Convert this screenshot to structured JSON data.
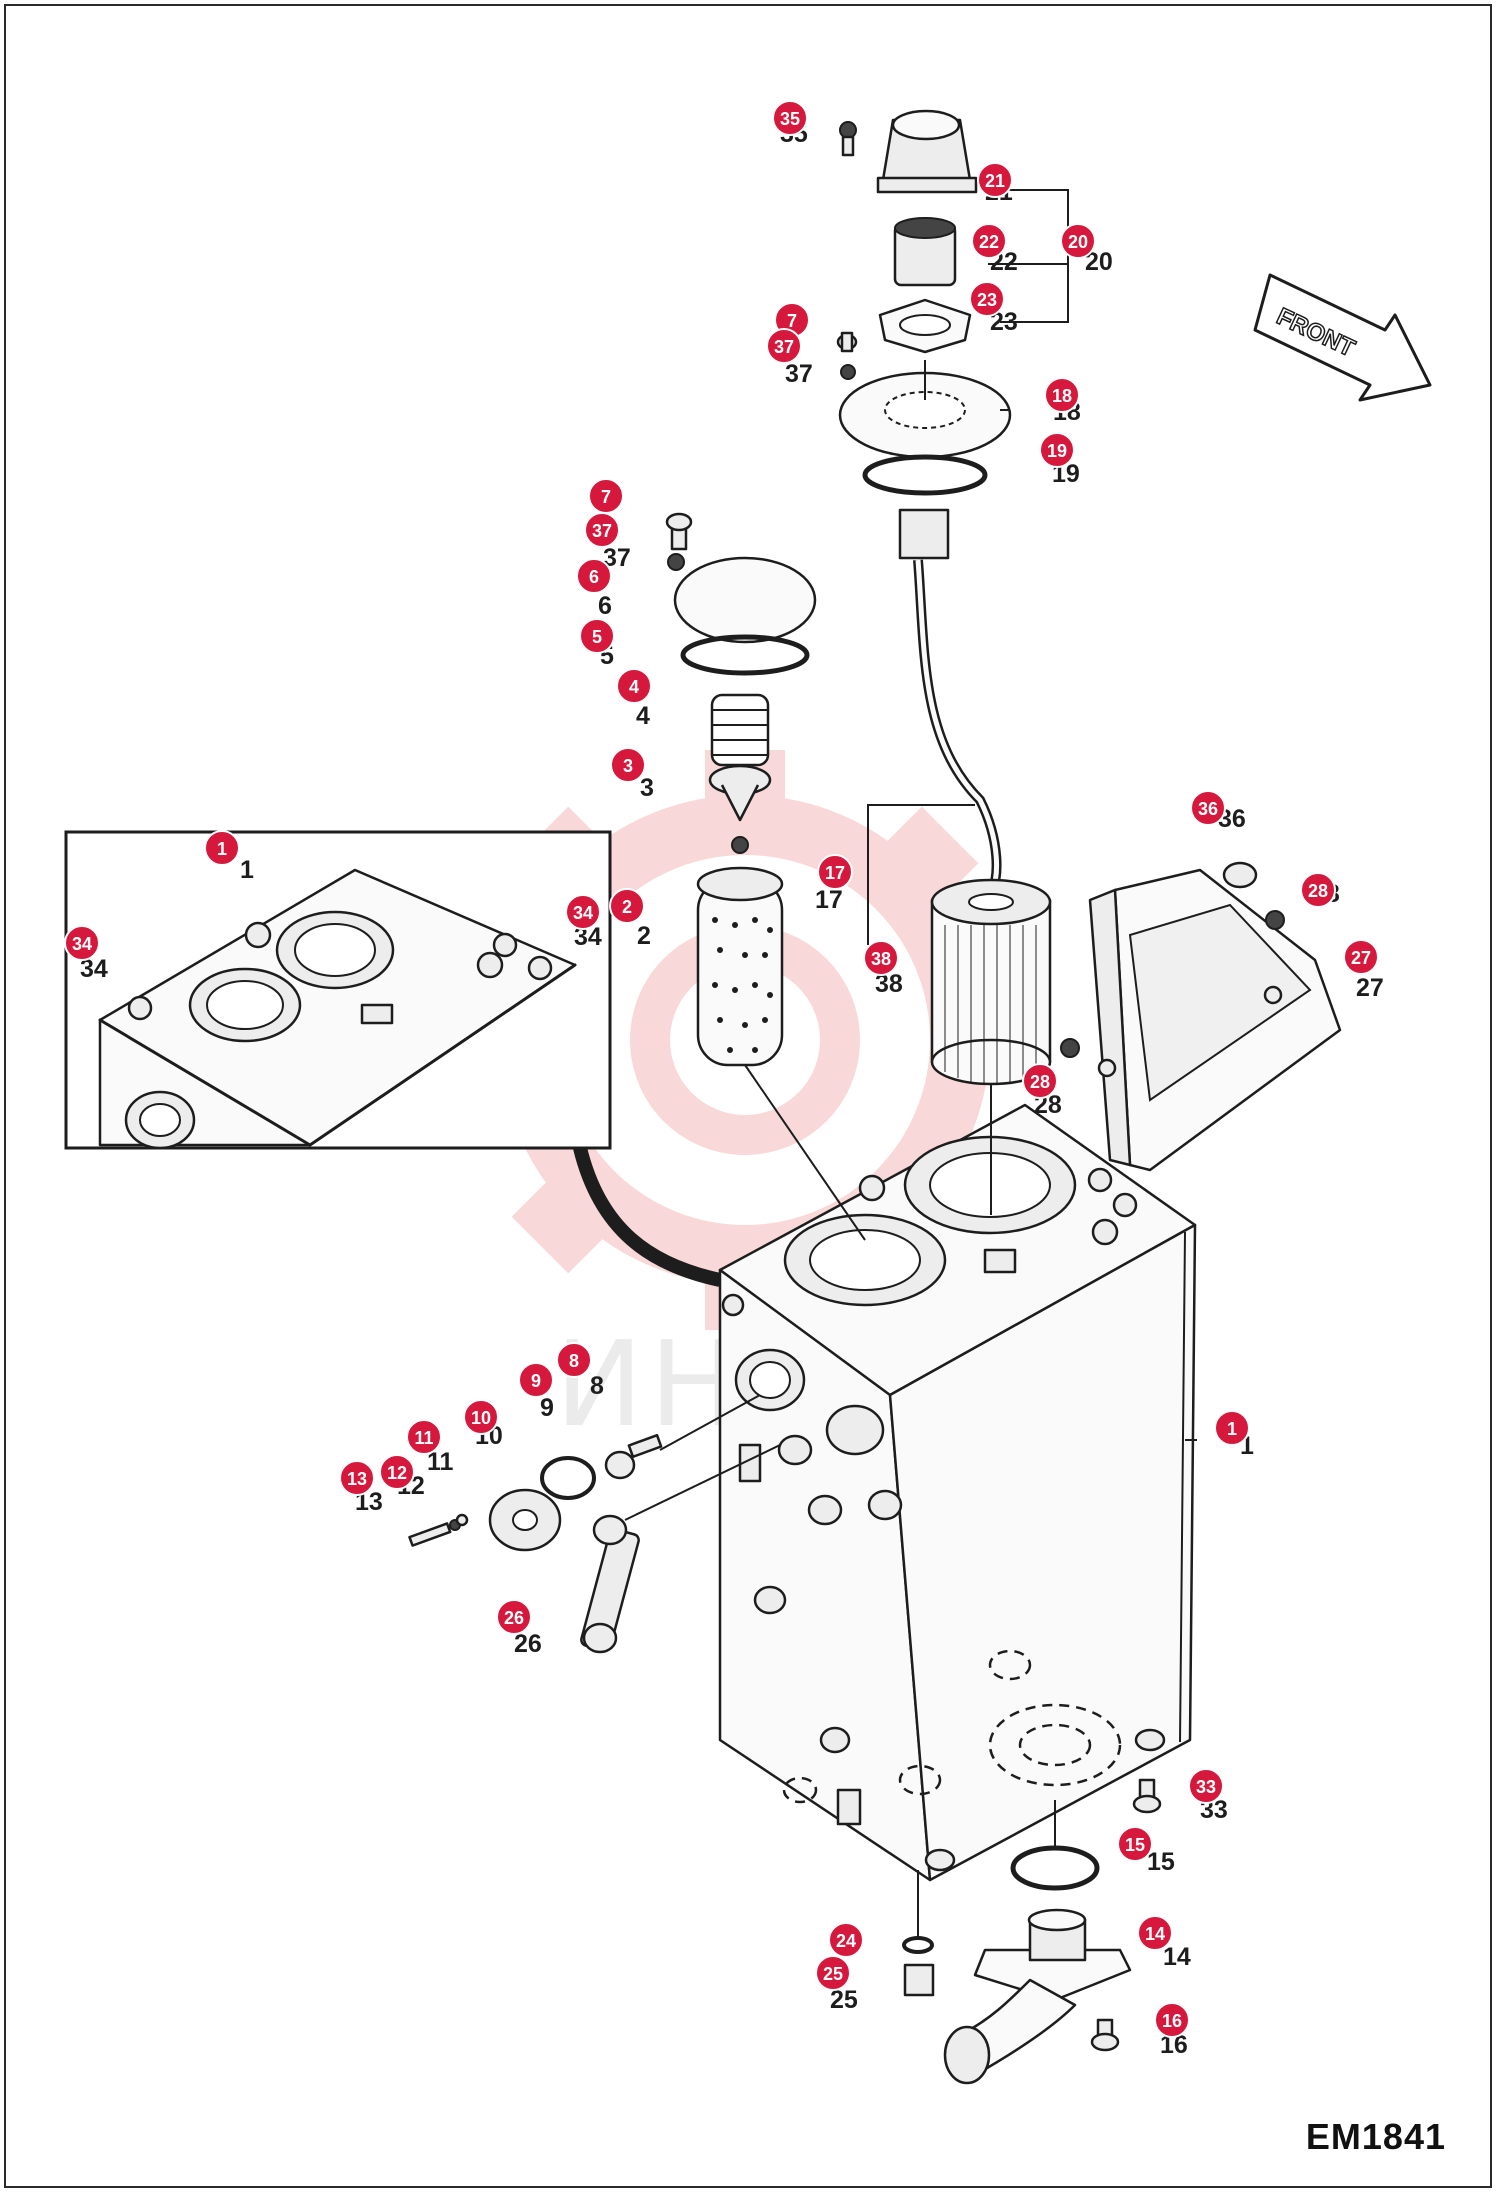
{
  "diagram_code": "EM1841",
  "front_label": "FRONT",
  "watermark_text": "ИНТЕХ",
  "colors": {
    "badge": "#d5183c",
    "watermark": "#f3b9b9",
    "line": "#1d1d1d"
  },
  "callouts": [
    {
      "id": "1",
      "label": "1"
    },
    {
      "id": "1b",
      "label": "1"
    },
    {
      "id": "2",
      "label": "2"
    },
    {
      "id": "3",
      "label": "3"
    },
    {
      "id": "4",
      "label": "4"
    },
    {
      "id": "5",
      "label": "5"
    },
    {
      "id": "6",
      "label": "6"
    },
    {
      "id": "7",
      "label": "7"
    },
    {
      "id": "7b",
      "label": "7"
    },
    {
      "id": "8",
      "label": "8"
    },
    {
      "id": "9",
      "label": "9"
    },
    {
      "id": "10",
      "label": "10"
    },
    {
      "id": "11",
      "label": "11"
    },
    {
      "id": "12",
      "label": "12"
    },
    {
      "id": "13",
      "label": "13"
    },
    {
      "id": "14",
      "label": "14"
    },
    {
      "id": "15",
      "label": "15"
    },
    {
      "id": "16",
      "label": "16"
    },
    {
      "id": "17",
      "label": "17"
    },
    {
      "id": "18",
      "label": "18"
    },
    {
      "id": "19",
      "label": "19"
    },
    {
      "id": "20",
      "label": "20"
    },
    {
      "id": "21",
      "label": "21"
    },
    {
      "id": "22",
      "label": "22"
    },
    {
      "id": "23",
      "label": "23"
    },
    {
      "id": "24",
      "label": "24"
    },
    {
      "id": "25",
      "label": "25"
    },
    {
      "id": "26",
      "label": "26"
    },
    {
      "id": "27",
      "label": "27"
    },
    {
      "id": "28",
      "label": "28"
    },
    {
      "id": "28b",
      "label": "28"
    },
    {
      "id": "33",
      "label": "33"
    },
    {
      "id": "34",
      "label": "34"
    },
    {
      "id": "34b",
      "label": "34"
    },
    {
      "id": "35",
      "label": "35"
    },
    {
      "id": "36",
      "label": "36"
    },
    {
      "id": "37",
      "label": "37"
    },
    {
      "id": "37b",
      "label": "37"
    },
    {
      "id": "38",
      "label": "38"
    }
  ],
  "plain_labels": [
    {
      "id": "1",
      "text": "1"
    },
    {
      "id": "1b",
      "text": "1"
    },
    {
      "id": "2",
      "text": "2"
    },
    {
      "id": "3",
      "text": "3"
    },
    {
      "id": "4",
      "text": "4"
    },
    {
      "id": "5",
      "text": "5"
    },
    {
      "id": "6",
      "text": "6"
    },
    {
      "id": "8",
      "text": "8"
    },
    {
      "id": "9",
      "text": "9"
    },
    {
      "id": "10",
      "text": "10"
    },
    {
      "id": "11",
      "text": "11"
    },
    {
      "id": "12",
      "text": "12"
    },
    {
      "id": "13",
      "text": "13"
    },
    {
      "id": "14",
      "text": "14"
    },
    {
      "id": "15",
      "text": "15"
    },
    {
      "id": "16",
      "text": "16"
    },
    {
      "id": "17",
      "text": "17"
    },
    {
      "id": "18",
      "text": "18"
    },
    {
      "id": "19",
      "text": "19"
    },
    {
      "id": "20",
      "text": "20"
    },
    {
      "id": "21",
      "text": "21"
    },
    {
      "id": "22",
      "text": "22"
    },
    {
      "id": "23",
      "text": "23"
    },
    {
      "id": "25",
      "text": "25"
    },
    {
      "id": "26",
      "text": "26"
    },
    {
      "id": "27",
      "text": "27"
    },
    {
      "id": "28",
      "text": "28"
    },
    {
      "id": "28b",
      "text": "28"
    },
    {
      "id": "33",
      "text": "33"
    },
    {
      "id": "34",
      "text": "34"
    },
    {
      "id": "34b",
      "text": "34"
    },
    {
      "id": "35",
      "text": "35"
    },
    {
      "id": "36",
      "text": "36"
    },
    {
      "id": "37",
      "text": "37"
    },
    {
      "id": "37b",
      "text": "37"
    },
    {
      "id": "38",
      "text": "38"
    }
  ]
}
